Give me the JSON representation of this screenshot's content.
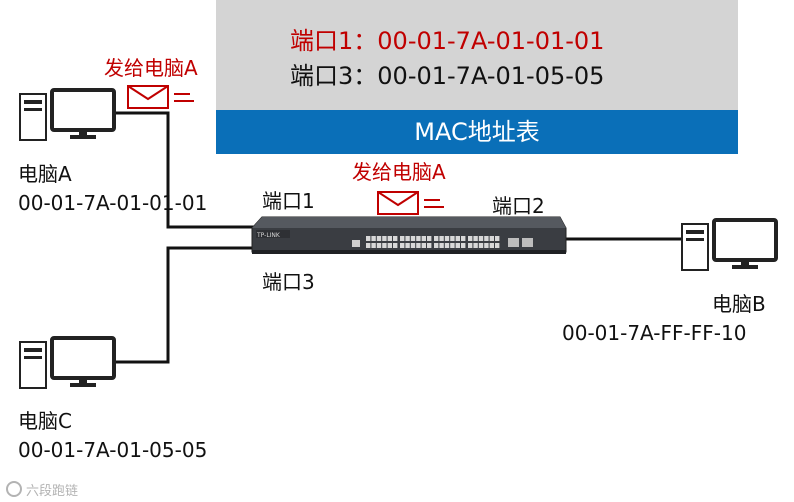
{
  "mac_table": {
    "title": "MAC地址表",
    "rows": [
      {
        "port": "端口1：",
        "mac": "00-01-7A-01-01-01"
      },
      {
        "port": "端口3：",
        "mac": "00-01-7A-01-05-05"
      }
    ]
  },
  "frames": [
    {
      "label": "发给电脑A"
    },
    {
      "label": "发给电脑A"
    }
  ],
  "ports": {
    "p1": "端口1",
    "p2": "端口2",
    "p3": "端口3"
  },
  "computers": {
    "a": {
      "name": "电脑A",
      "mac": "00-01-7A-01-01-01"
    },
    "b": {
      "name": "电脑B",
      "mac": "00-01-7A-FF-FF-10"
    },
    "c": {
      "name": "电脑C",
      "mac": "00-01-7A-01-05-05"
    }
  },
  "switch": {
    "brand": "TP-LINK"
  },
  "watermark": {
    "text": "六段跑链"
  },
  "colors": {
    "accent_red": "#c00000",
    "bar_blue": "#0a6fb8",
    "panel_gray": "#d4d4d4",
    "link_black": "#111111"
  }
}
